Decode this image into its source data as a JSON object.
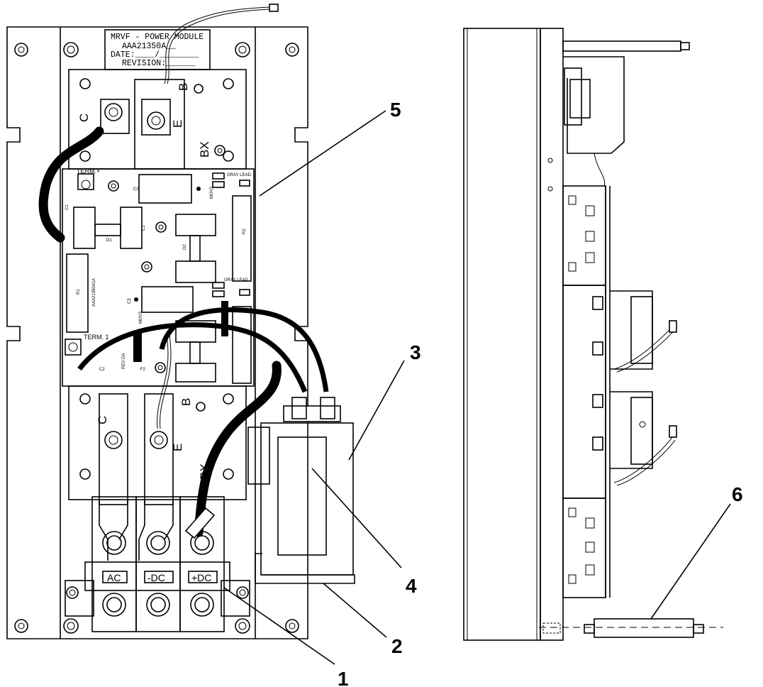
{
  "nameplate": {
    "line1": "MRVF - POWER MODULE",
    "line2": "AAA21350A__",
    "line3": "DATE:____/________",
    "line4": "REVISION:______"
  },
  "terminals": {
    "ac": "AC",
    "neg_dc": "-DC",
    "pos_dc": "+DC"
  },
  "module_labels": {
    "collector": "C",
    "emitter": "E",
    "base": "B",
    "bx": "BX"
  },
  "board_labels": {
    "term_plus": "TERM.+",
    "term_1": "TERM. 1",
    "gray_lead_top": "GRAY LEAD",
    "gray_lead_bottom": "GRAY LEAD",
    "rev_da": "REV DA",
    "r1": "R1",
    "r2": "R2",
    "c1": "C1",
    "c2": "C2",
    "c3": "C3",
    "d1": "D1",
    "d2": "D2",
    "f2": "F2",
    "mov2": "MOV2",
    "mov3": "MOV3",
    "part_no": "AAA21350A1A"
  },
  "callouts": [
    "1",
    "2",
    "3",
    "4",
    "5",
    "6"
  ]
}
